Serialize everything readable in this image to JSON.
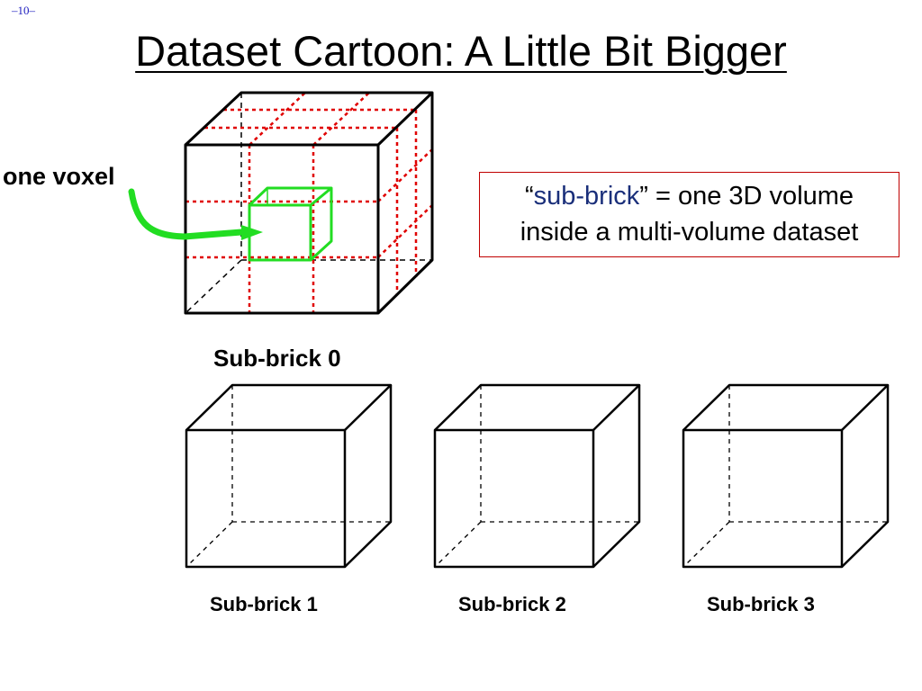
{
  "slide": {
    "page_number": "–10–",
    "title": "Dataset Cartoon: A Little Bit Bigger"
  },
  "callout": {
    "open_quote": "“",
    "term": "sub-brick",
    "close_and_text": "” = one 3D volume",
    "line2": "inside a multi-volume dataset"
  },
  "diagram": {
    "voxel_label": "one voxel",
    "sub_bricks": [
      {
        "label": "Sub-brick 0"
      },
      {
        "label": "Sub-brick 1"
      },
      {
        "label": "Sub-brick 2"
      },
      {
        "label": "Sub-brick 3"
      }
    ]
  },
  "colors": {
    "grid_lines": "#e00000",
    "voxel_highlight": "#22dd22",
    "callout_border": "#c00000",
    "callout_term": "#1a2f7a",
    "page_number": "#1f1fbf"
  }
}
